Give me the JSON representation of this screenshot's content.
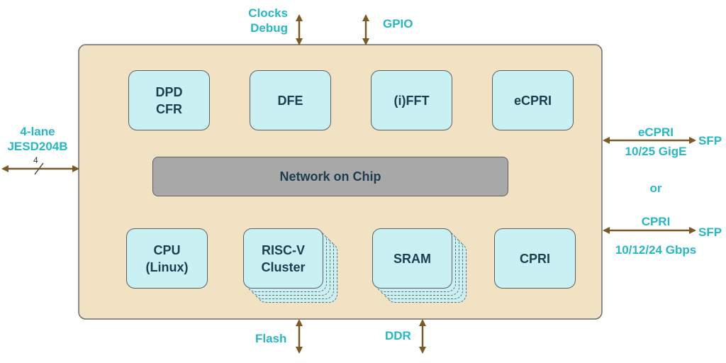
{
  "diagram": {
    "top_labels": {
      "clocks": "Clocks",
      "debug": "Debug",
      "gpio": "GPIO"
    },
    "bottom_labels": {
      "flash": "Flash",
      "ddr": "DDR"
    },
    "left_labels": {
      "lane": "4-lane",
      "jesd": "JESD204B",
      "bus_width": "4"
    },
    "right_labels": {
      "ecpri": "eCPRI",
      "ecpri_rate": "10/25 GigE",
      "sfp1": "SFP",
      "or": "or",
      "cpri": "CPRI",
      "cpri_rate": "10/12/24 Gbps",
      "sfp2": "SFP"
    },
    "blocks": {
      "dpd_line1": "DPD",
      "dpd_line2": "CFR",
      "dfe": "DFE",
      "ifft": "(i)FFT",
      "ecpri": "eCPRI",
      "noc": "Network on Chip",
      "cpu_line1": "CPU",
      "cpu_line2": "(Linux)",
      "riscv_line1": "RISC-V",
      "riscv_line2": "Cluster",
      "sram": "SRAM",
      "cpri": "CPRI"
    },
    "colors": {
      "chip_fill": "#f2e2c4",
      "chip_border": "#6b6b6b",
      "block_fill": "#c9f1f4",
      "noc_fill": "#a8a8a8",
      "arrow": "#7a5a24",
      "label": "#26b8c6",
      "block_text": "#1c3e50"
    }
  }
}
